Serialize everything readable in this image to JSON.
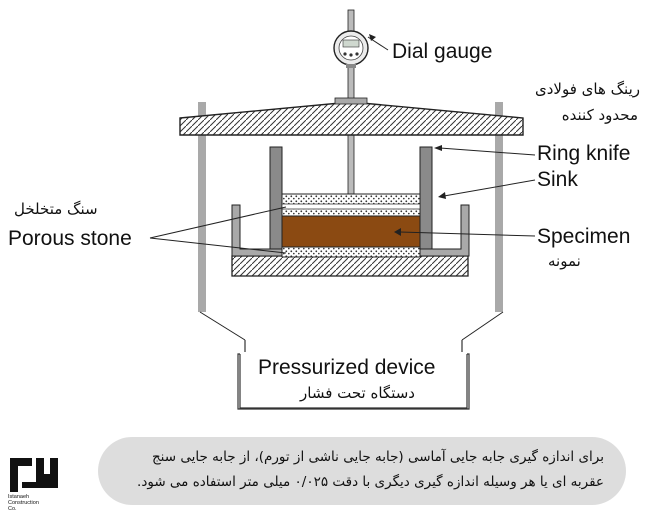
{
  "labels": {
    "dial_gauge": "Dial gauge",
    "steel_rings_fa_line1": "رینگ های فولادی",
    "steel_rings_fa_line2": "محدود کننده",
    "ring_knife": "Ring knife",
    "sink": "Sink",
    "porous_stone_fa": "سنگ متخلخل",
    "porous_stone": "Porous stone",
    "specimen": "Specimen",
    "specimen_fa": "نمونه",
    "pressurized_device": "Pressurized device",
    "pressurized_device_fa": "دستگاه تحت فشار"
  },
  "caption": {
    "line1": "برای اندازه گیری جابه جایی آماسی (جابه جایی ناشی از تورم)، از جابه جایی سنج",
    "line2": "عقربه ای یا هر وسیله اندازه گیری دیگری با دقت ۰/۰۲۵ میلی متر استفاده می شود."
  },
  "logo": {
    "text_line1": "Istanaeh",
    "text_line2": "Construction",
    "text_line3": "Co."
  },
  "colors": {
    "specimen": "#8b4a12",
    "metal": "#a9a9a9",
    "stroke": "#222222",
    "caption_bg": "#dddddd"
  }
}
